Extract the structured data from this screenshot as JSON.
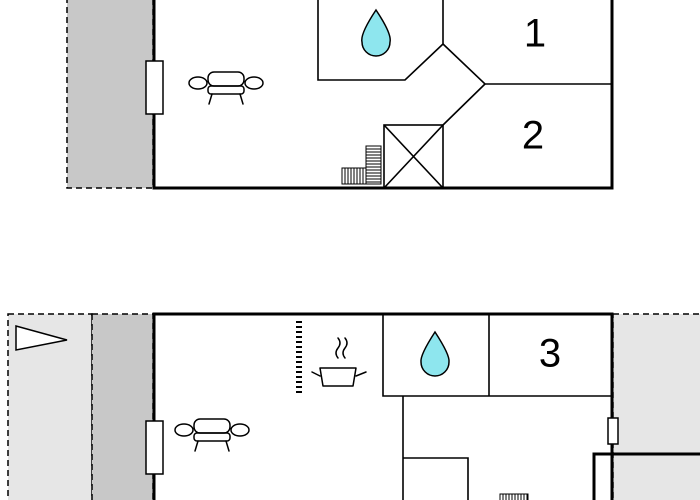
{
  "rooms": {
    "bedroom_1": {
      "label": "1"
    },
    "bedroom_2": {
      "label": "2"
    },
    "bedroom_3": {
      "label": "3"
    }
  },
  "icons": {
    "bathroom_upper": "water-drop-icon",
    "bathroom_lower": "water-drop-icon",
    "living_upper": "sofa-icon",
    "living_lower": "sofa-icon",
    "kitchen": "cooking-pot-icon",
    "stairs": "stairs-icon",
    "void": "stair-opening-icon",
    "terrace": "triangle-marker-icon"
  },
  "colors": {
    "wall": "#000000",
    "terrace_dark": "#c8c8c8",
    "terrace_light": "#e6e6e6",
    "water": "#8ee6ee",
    "background": "#ffffff"
  }
}
